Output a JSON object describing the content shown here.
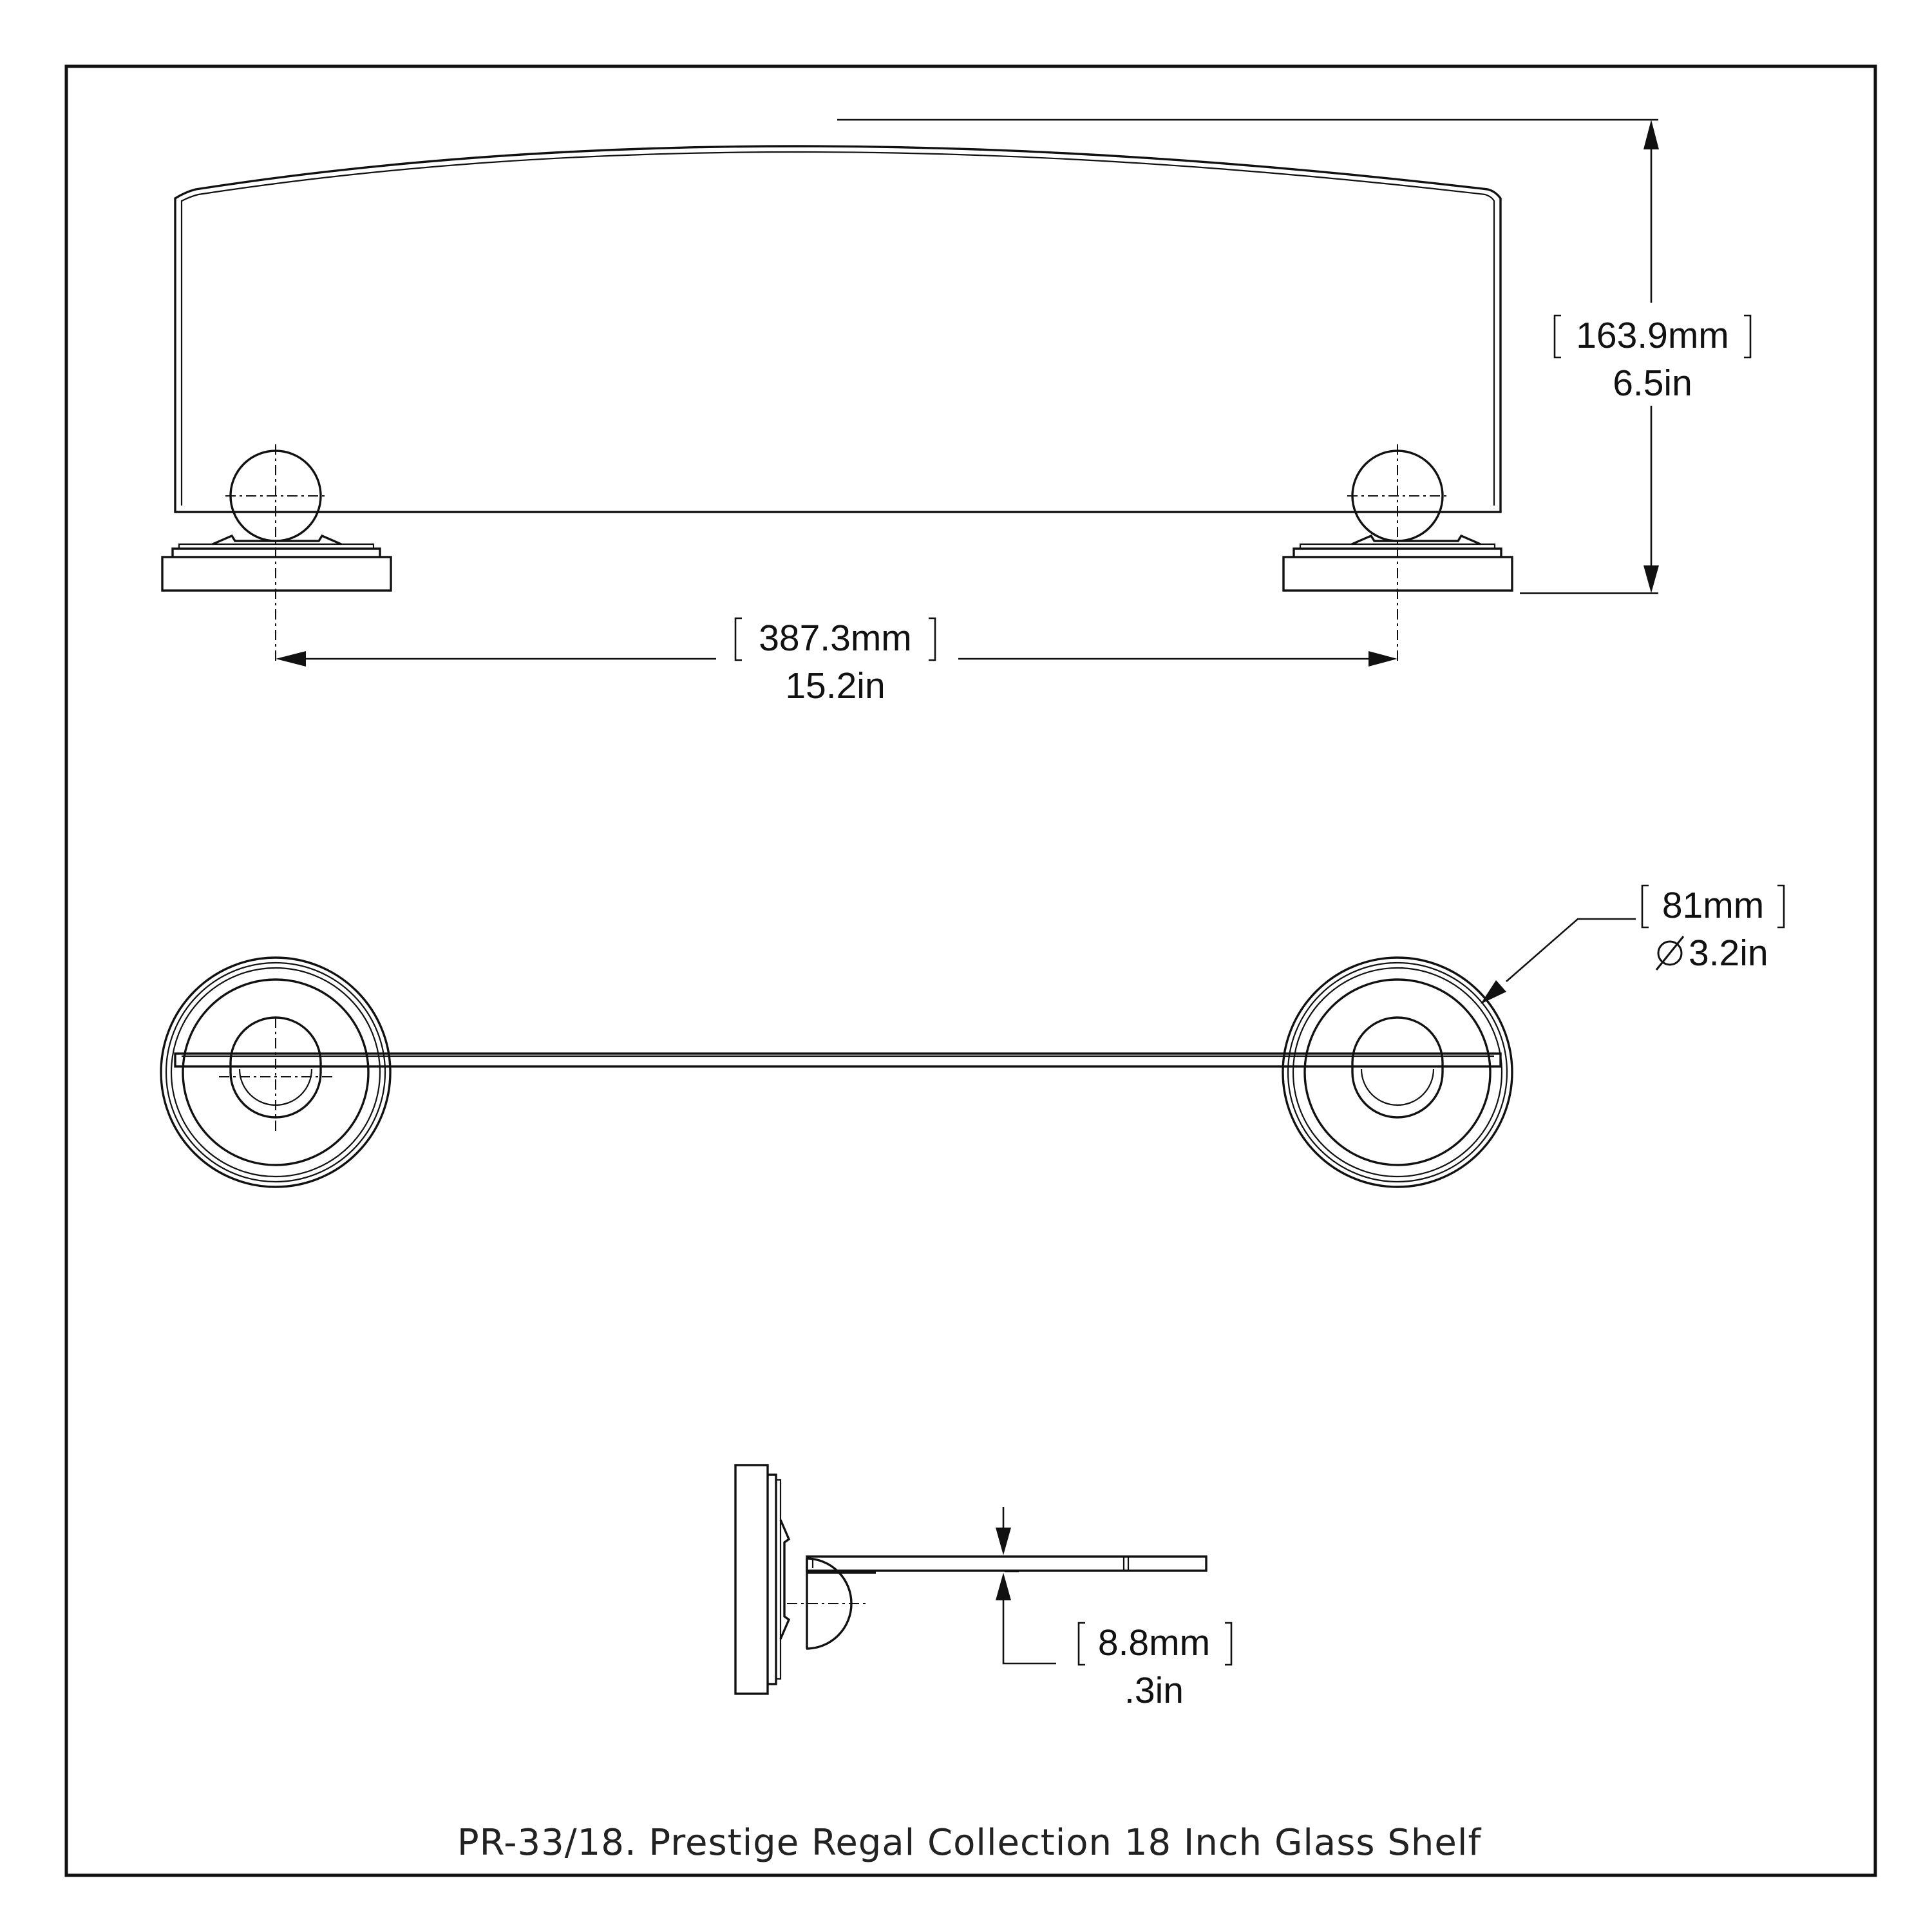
{
  "dimensions": {
    "height_mm": "163.9mm",
    "height_in": "6.5in",
    "width_mm": "387.3mm",
    "width_in": "15.2in",
    "diameter_mm": "81mm",
    "diameter_in": "3.2in",
    "thickness_mm": "8.8mm",
    "thickness_in": ".3in"
  },
  "caption": "PR-33/18. Prestige Regal Collection 18 Inch Glass Shelf",
  "colors": {
    "line": "#111111",
    "background": "#ffffff"
  },
  "icons": {
    "diameter_symbol": "diameter-icon"
  }
}
